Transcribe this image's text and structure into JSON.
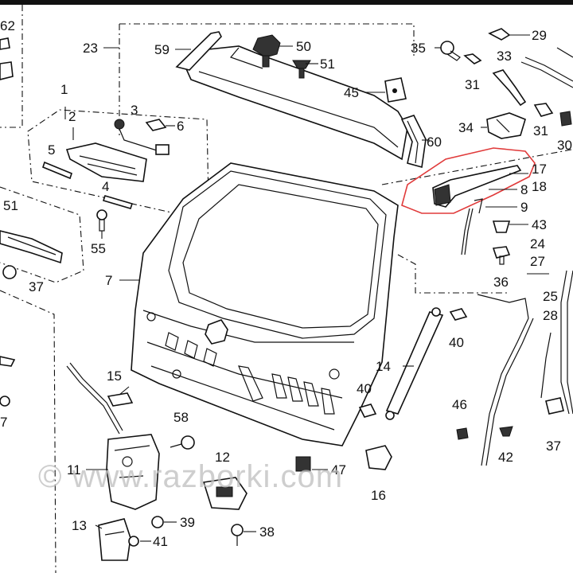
{
  "watermark": "© www.razborki.com",
  "highlight_color": "#e03a3a",
  "labels": {
    "p62": "62",
    "p59": "59",
    "p50": "50",
    "p51a": "51",
    "p45": "45",
    "p35": "35",
    "p29": "29",
    "p33": "33",
    "p31a": "31",
    "p34": "34",
    "p31b": "31",
    "p30": "30",
    "p60": "60",
    "p23": "23",
    "p1": "1",
    "p2": "2",
    "p3": "3",
    "p6": "6",
    "p5": "5",
    "p4": "4",
    "p51b": "51",
    "p55": "55",
    "p37a": "37",
    "p7": "7",
    "p17": "17",
    "p18": "18",
    "p8": "8",
    "p9": "9",
    "p43": "43",
    "p24": "24",
    "p27": "27",
    "p36": "36",
    "p25": "25",
    "p28": "28",
    "p40a": "40",
    "p14": "14",
    "p40b": "40",
    "p46": "46",
    "p37b": "37",
    "p42": "42",
    "p15": "15",
    "p58": "58",
    "p11": "11",
    "p12": "12",
    "p47": "47",
    "p16": "16",
    "p13": "13",
    "p39": "39",
    "p41": "41",
    "p38": "38",
    "p7b": "7"
  }
}
